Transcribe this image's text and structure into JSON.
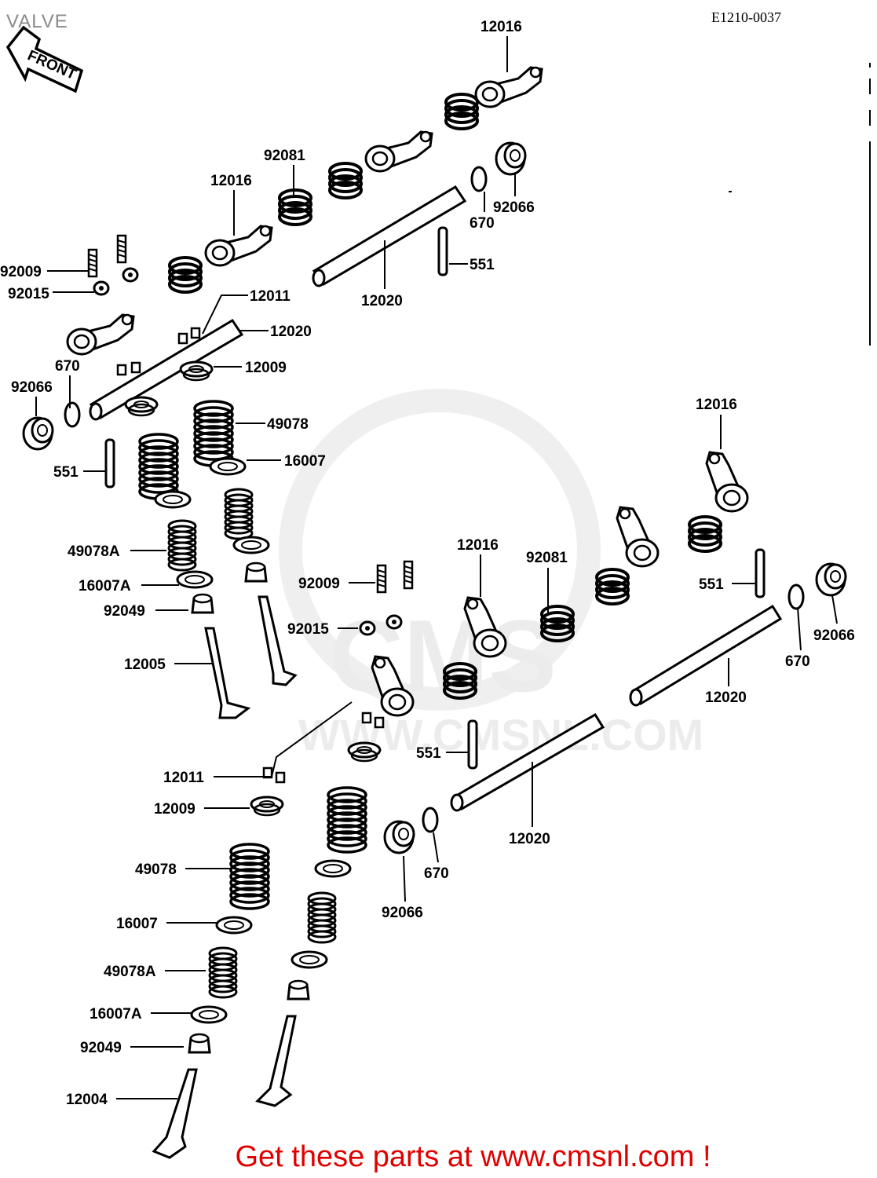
{
  "header": {
    "title": "VALVE",
    "code": "E1210-0037"
  },
  "front_badge": "FRONT",
  "watermark": {
    "text": "CMS",
    "url": "WWW.CMSNL.COM"
  },
  "footer": {
    "text": "Get these parts at www.cmsnl.com !"
  },
  "labels": [
    {
      "id": "l1",
      "text": "12016"
    },
    {
      "id": "l2",
      "text": "92081"
    },
    {
      "id": "l3",
      "text": "12016"
    },
    {
      "id": "l4",
      "text": "670"
    },
    {
      "id": "l5",
      "text": "92066"
    },
    {
      "id": "l6",
      "text": "551"
    },
    {
      "id": "l7",
      "text": "92009"
    },
    {
      "id": "l8",
      "text": "92015"
    },
    {
      "id": "l9",
      "text": "12020"
    },
    {
      "id": "l10",
      "text": "12011"
    },
    {
      "id": "l11",
      "text": "12020"
    },
    {
      "id": "l12",
      "text": "670"
    },
    {
      "id": "l13",
      "text": "12009"
    },
    {
      "id": "l14",
      "text": "92066"
    },
    {
      "id": "l15",
      "text": "49078"
    },
    {
      "id": "l16",
      "text": "16007"
    },
    {
      "id": "l17",
      "text": "551"
    },
    {
      "id": "l18",
      "text": "12016"
    },
    {
      "id": "l19",
      "text": "49078A"
    },
    {
      "id": "l20",
      "text": "12016"
    },
    {
      "id": "l21",
      "text": "92081"
    },
    {
      "id": "l22",
      "text": "16007A"
    },
    {
      "id": "l23",
      "text": "92009"
    },
    {
      "id": "l24",
      "text": "551"
    },
    {
      "id": "l25",
      "text": "92049"
    },
    {
      "id": "l26",
      "text": "92015"
    },
    {
      "id": "l27",
      "text": "92066"
    },
    {
      "id": "l28",
      "text": "12005"
    },
    {
      "id": "l29",
      "text": "670"
    },
    {
      "id": "l30",
      "text": "12020"
    },
    {
      "id": "l31",
      "text": "551"
    },
    {
      "id": "l32",
      "text": "12011"
    },
    {
      "id": "l33",
      "text": "12009"
    },
    {
      "id": "l34",
      "text": "12020"
    },
    {
      "id": "l35",
      "text": "49078"
    },
    {
      "id": "l36",
      "text": "670"
    },
    {
      "id": "l37",
      "text": "16007"
    },
    {
      "id": "l38",
      "text": "92066"
    },
    {
      "id": "l39",
      "text": "49078A"
    },
    {
      "id": "l40",
      "text": "16007A"
    },
    {
      "id": "l41",
      "text": "92049"
    },
    {
      "id": "l42",
      "text": "12004"
    }
  ]
}
